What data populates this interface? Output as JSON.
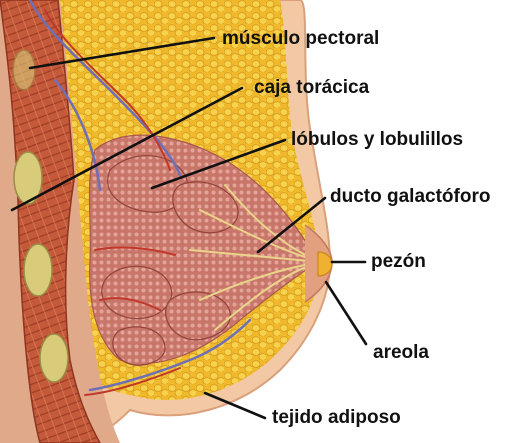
{
  "colors": {
    "skin": "#f2c9a4",
    "skin_edge": "#d9a07a",
    "muscle": "#c0573a",
    "fat": "#f2c233",
    "lobule": "#c97a6e",
    "vein": "#6f6fb5",
    "artery": "#c0392b",
    "rib": "#d8cc7a",
    "leader": "#111111"
  },
  "labels": {
    "pectoral_muscle": "músculo pectoral",
    "rib_cage": "caja torácica",
    "lobes_lobules": "lóbulos y lobulillos",
    "milk_duct": "ducto galactóforo",
    "nipple": "pezón",
    "areola": "areola",
    "adipose_tissue": "tejido adiposo"
  }
}
